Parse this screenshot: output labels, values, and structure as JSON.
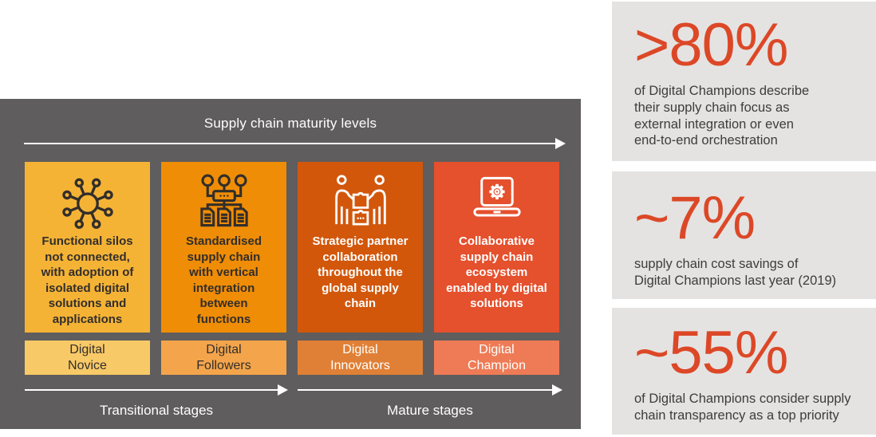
{
  "diagram": {
    "title": "Supply chain maturity levels",
    "panel_color": "#5F5D5D",
    "stages": [
      {
        "icon": "network-silos-icon",
        "description": "Functional silos\nnot connected,\nwith adoption of\nisolated digital\nsolutions and\napplications",
        "label": "Digital\nNovice",
        "box_color": "#F5B335",
        "label_color": "#F8C967",
        "text_color": "#322E2B"
      },
      {
        "icon": "hierarchy-documents-icon",
        "description": "Standardised\nsupply chain\nwith vertical\nintegration\nbetween\nfunctions",
        "label": "Digital\nFollowers",
        "box_color": "#EF8D06",
        "label_color": "#F4A54B",
        "text_color": "#322E2B"
      },
      {
        "icon": "partner-collaboration-icon",
        "description": "Strategic partner\ncollaboration\nthroughout the\nglobal supply\nchain",
        "label": "Digital\nInnovators",
        "box_color": "#D2570B",
        "label_color": "#E08036",
        "text_color": "#FFFFFF"
      },
      {
        "icon": "laptop-gear-icon",
        "description": "Collaborative\nsupply chain\necosystem\nenabled by digital\nsolutions",
        "label": "Digital\nChampion",
        "box_color": "#E5502D",
        "label_color": "#EE7B55",
        "text_color": "#FFFFFF"
      }
    ],
    "stage_groups": [
      {
        "label": "Transitional stages"
      },
      {
        "label": "Mature stages"
      }
    ]
  },
  "stats": {
    "card_background": "#E4E3E2",
    "accent_color": "#DC4827",
    "items": [
      {
        "value": ">80%",
        "description": "of Digital Champions describe\ntheir supply chain focus as\nexternal integration or even\nend-to-end orchestration"
      },
      {
        "value": "~7%",
        "description": "supply chain cost savings of\nDigital Champions last year (2019)"
      },
      {
        "value": "~55%",
        "description": "of Digital Champions consider supply\nchain transparency as a top priority"
      }
    ]
  }
}
